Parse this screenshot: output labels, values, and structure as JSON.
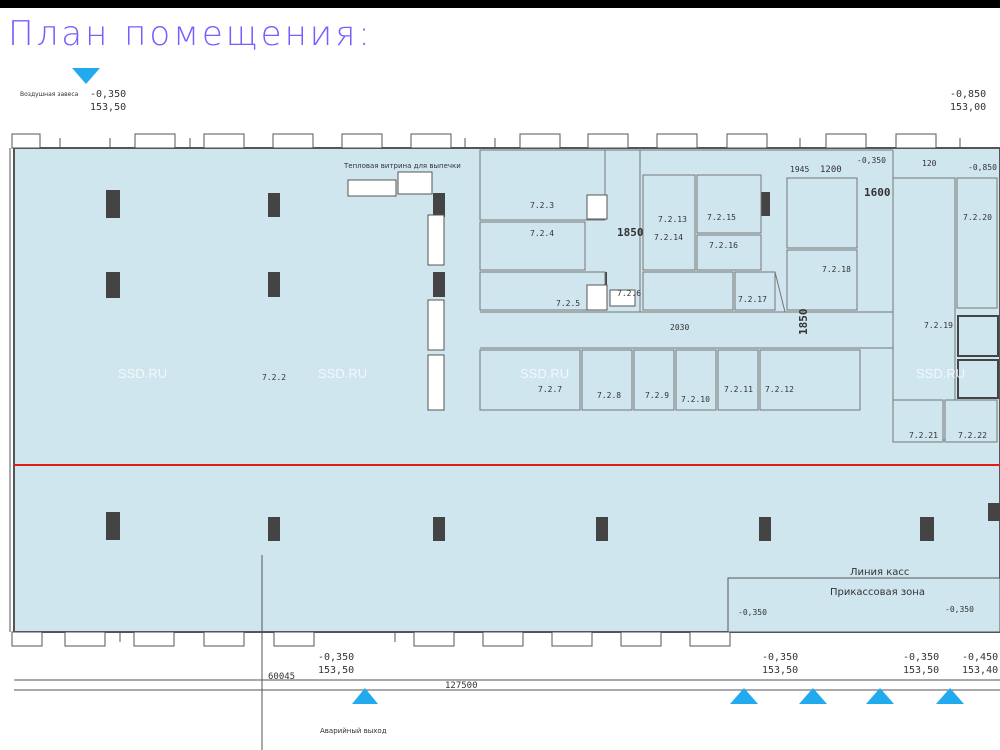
{
  "title": "План помещения:",
  "watermark": "SSD.RU",
  "levels": {
    "nw": [
      "-0,350",
      "153,50"
    ],
    "ne": [
      "-0,850",
      "153,00"
    ],
    "s1": [
      "-0,350",
      "153,50"
    ],
    "s2": [
      "-0,350",
      "153,50"
    ],
    "s3": [
      "-0,350",
      "153,50"
    ],
    "s4": [
      "-0,450",
      "153,40"
    ]
  },
  "dimensions": {
    "total_length": "127500",
    "left_offset": "60045",
    "d1850a": "1850",
    "d1850b": "1850",
    "d1600": "1600",
    "d1200": "1200",
    "d2030": "2030",
    "d120": "120",
    "d1945": "1945"
  },
  "marks": {
    "m1": "-0,350",
    "m2": "-0,850",
    "m3": "-0,350",
    "m4": "-0,350"
  },
  "zones": {
    "kassa_line": "Линия касс",
    "prikassa": "Прикассовая зона",
    "emergency_exit": "Аварийный выход",
    "air_curtain": "Воздушная завеса",
    "shelves": "Тепловая витрина для выпечки"
  },
  "rooms": [
    {
      "n": "7.2.2"
    },
    {
      "n": "7.2.3"
    },
    {
      "n": "7.2.4"
    },
    {
      "n": "7.2.5"
    },
    {
      "n": "7.2.6"
    },
    {
      "n": "7.2.7"
    },
    {
      "n": "7.2.8"
    },
    {
      "n": "7.2.9"
    },
    {
      "n": "7.2.10"
    },
    {
      "n": "7.2.11"
    },
    {
      "n": "7.2.12"
    },
    {
      "n": "7.2.13"
    },
    {
      "n": "7.2.14"
    },
    {
      "n": "7.2.15"
    },
    {
      "n": "7.2.16"
    },
    {
      "n": "7.2.17"
    },
    {
      "n": "7.2.18"
    },
    {
      "n": "7.2.19"
    },
    {
      "n": "7.2.20"
    },
    {
      "n": "7.2.21"
    },
    {
      "n": "7.2.22"
    }
  ],
  "colors": {
    "floor": "#cfe6ef",
    "walls": "#555555",
    "red_line": "#e01c1c",
    "marker": "#22aaee",
    "title": "#7a5cff"
  }
}
